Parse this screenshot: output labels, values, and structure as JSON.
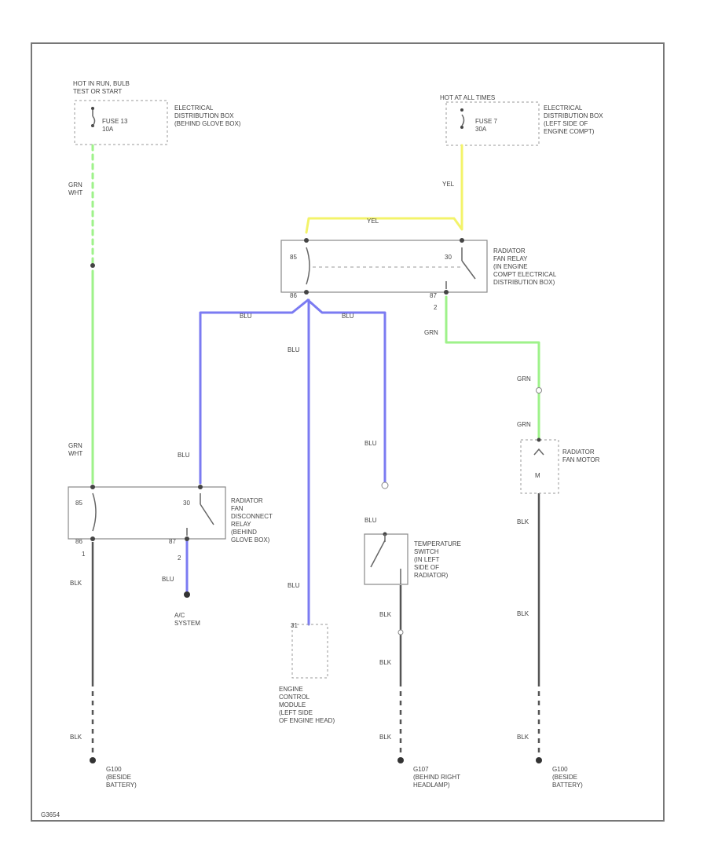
{
  "colors": {
    "green": "#9ef28a",
    "yellow": "#f3f36a",
    "blue": "#7b7bf2",
    "black": "#555555"
  },
  "wire_labels": {
    "grn_wht_top": "GRN\nWHT",
    "yel_fuse": "YEL",
    "yel_top": "YEL",
    "blu_left": "BLU",
    "blu_right": "BLU",
    "blu_center": "BLU",
    "grn_relay": "GRN",
    "grn_motor_a": "GRN",
    "grn_motor_b": "GRN",
    "grn_wht_low": "GRN\nWHT",
    "blu_disconnect": "BLU",
    "blu_temp_upper": "BLU",
    "blu_temp_lower": "BLU",
    "blu_ac": "BLU",
    "blu_ecm": "BLU",
    "blk_left_a": "BLK",
    "blk_left_b": "BLK",
    "blk_temp_a": "BLK",
    "blk_temp_b": "BLK",
    "blk_temp_c": "BLK",
    "blk_motor_a": "BLK",
    "blk_motor_b": "BLK",
    "blk_motor_c": "BLK"
  },
  "fuse_left": {
    "power_label": "HOT IN RUN, BULB\nTEST OR START",
    "fuse_label": "FUSE 13\n10A",
    "location": "ELECTRICAL\nDISTRIBUTION BOX\n(BEHIND GLOVE BOX)"
  },
  "fuse_right": {
    "power_label": "HOT AT ALL TIMES",
    "fuse_label": "FUSE 7\n30A",
    "location": "ELECTRICAL\nDISTRIBUTION BOX\n(LEFT SIDE OF\nENGINE COMPT)"
  },
  "relay_top": {
    "label": "RADIATOR\nFAN RELAY\n(IN ENGINE\nCOMPT ELECTRICAL\nDISTRIBUTION BOX)",
    "pin_85": "85",
    "pin_30": "30",
    "pin_86": "86",
    "pin_87": "87",
    "pin_num": "2"
  },
  "relay_disconnect": {
    "label": "RADIATOR\nFAN\nDISCONNECT\nRELAY\n(BEHIND\nGLOVE BOX)",
    "pin_85": "85",
    "pin_30": "30",
    "pin_86": "86",
    "pin_87": "87",
    "pin_1": "1",
    "pin_2": "2"
  },
  "motor": {
    "label": "RADIATOR\nFAN MOTOR",
    "symbol": "M"
  },
  "temp_switch": {
    "label": "TEMPERATURE\nSWITCH\n(IN LEFT\nSIDE OF\nRADIATOR)"
  },
  "ecm": {
    "label": "ENGINE\nCONTROL\nMODULE\n(LEFT SIDE\nOF ENGINE HEAD)",
    "pin": "31"
  },
  "ac": {
    "label": "A/C\nSYSTEM"
  },
  "grounds": {
    "left": "G100\n(BESIDE\nBATTERY)",
    "middle": "G107\n(BEHIND RIGHT\nHEADLAMP)",
    "right": "G100\n(BESIDE\nBATTERY)"
  },
  "footer_code": "G3654"
}
